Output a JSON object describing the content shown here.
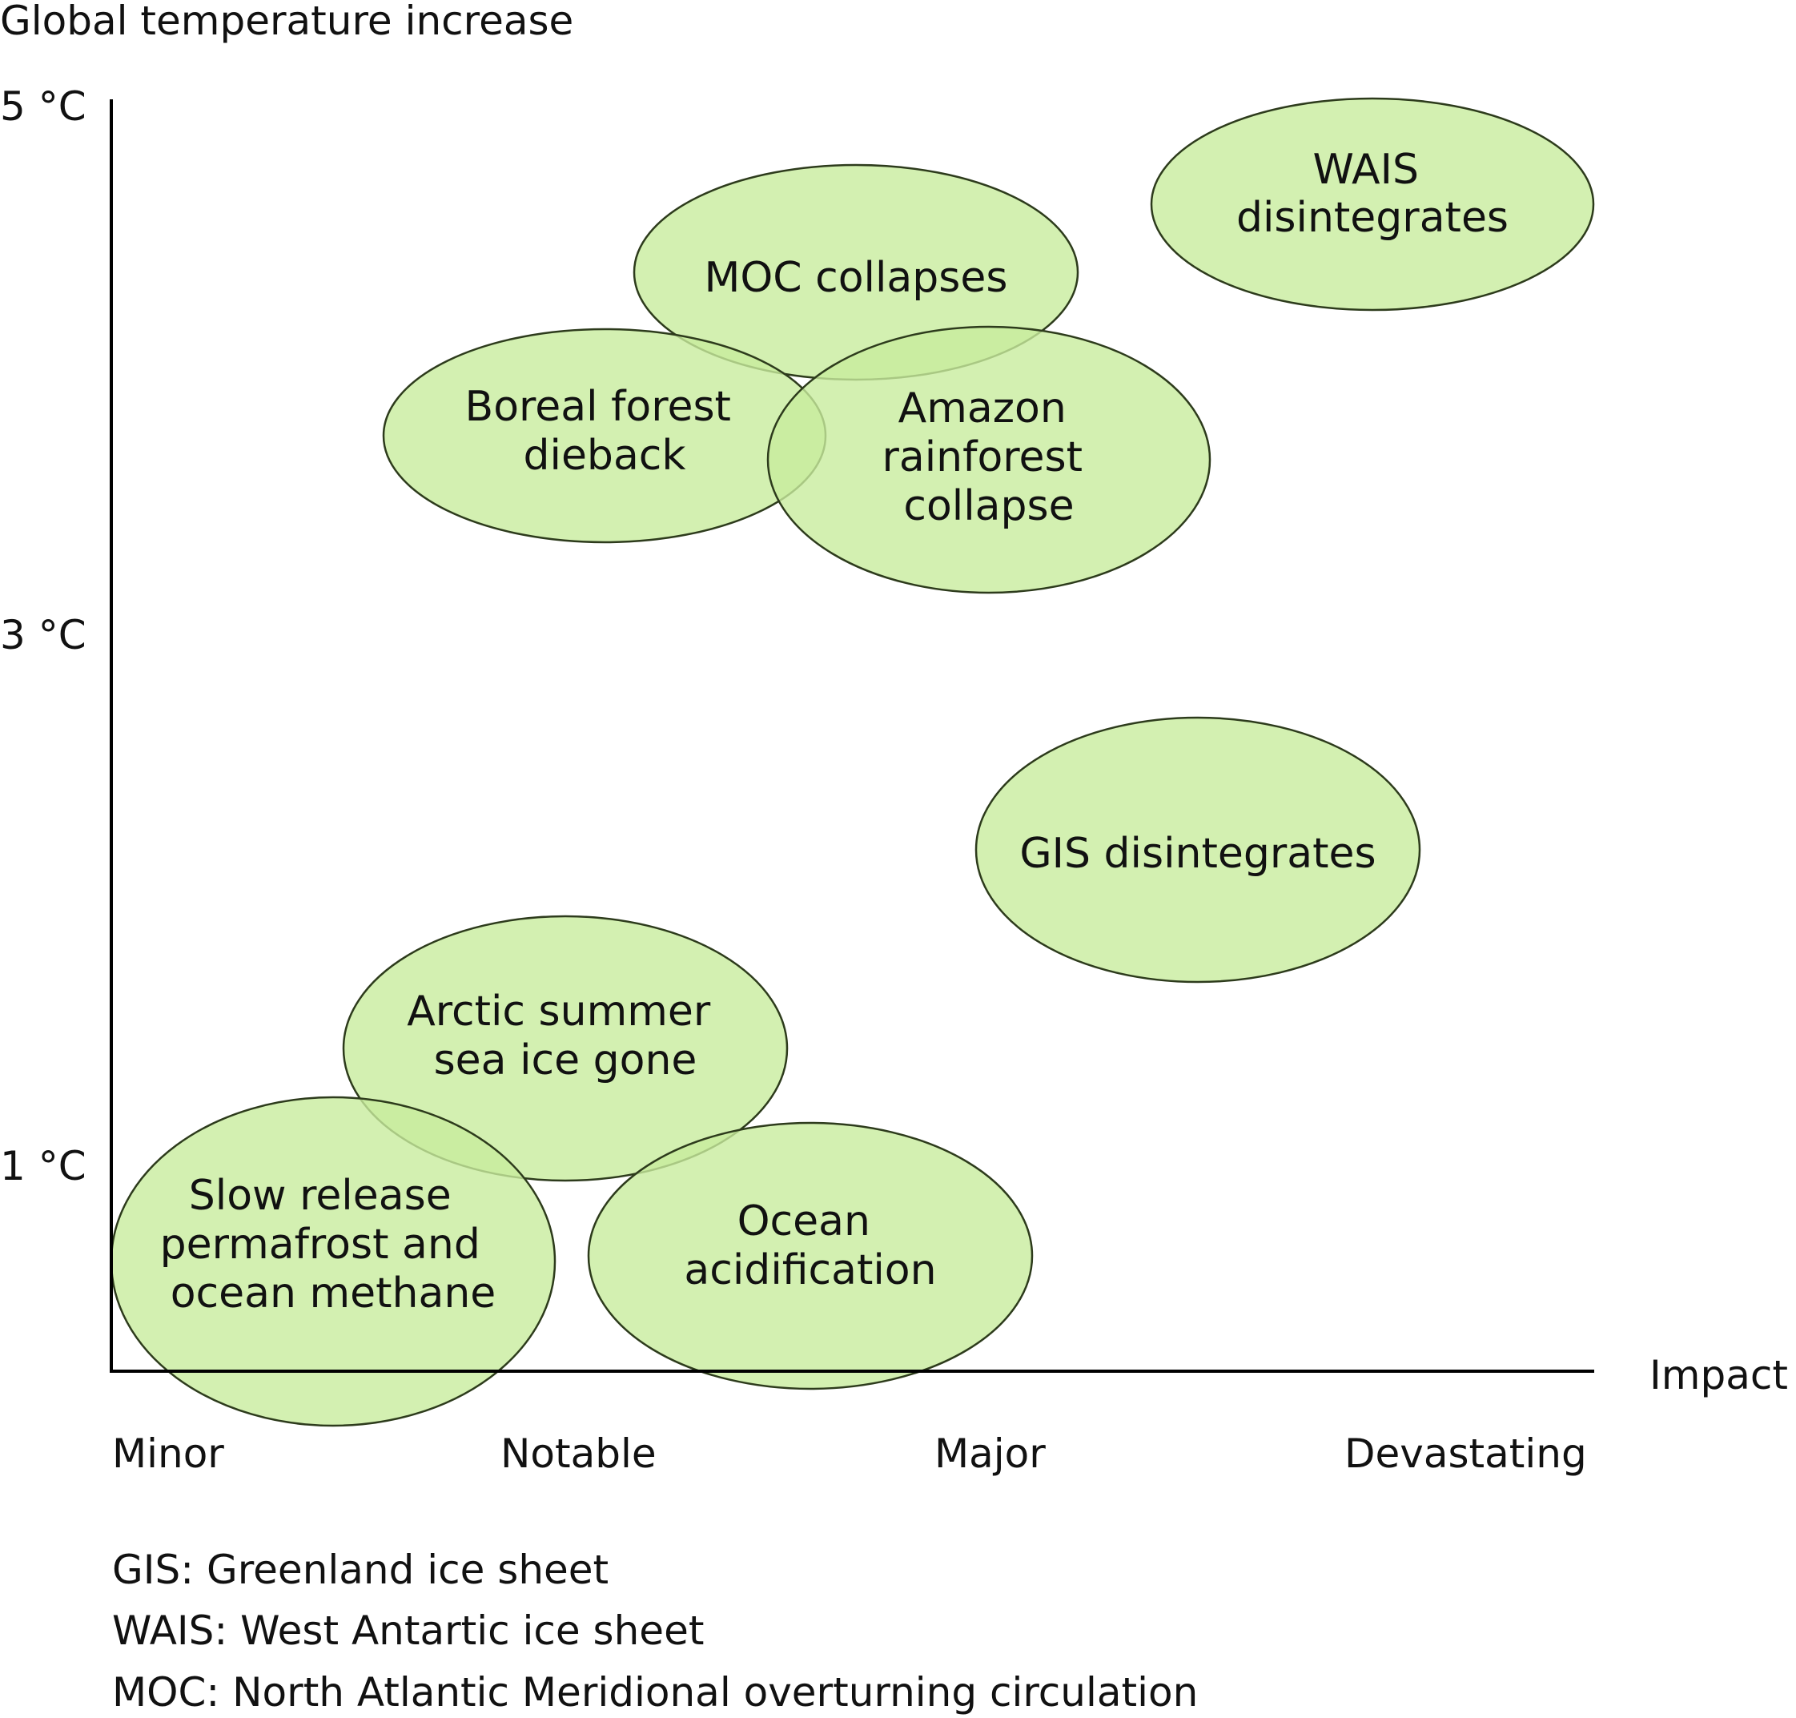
{
  "diagram": {
    "y_axis_title": "Global temperature increase",
    "x_axis_title": "Impact",
    "y_ticks": [
      "5 °C",
      "3 °C",
      "1 °C"
    ],
    "x_ticks": [
      "Minor",
      "Notable",
      "Major",
      "Devastating"
    ],
    "fill_color": "#c8ec9e",
    "stroke_color": "#2d3b1c",
    "elements": [
      {
        "lines": [
          "WAIS",
          "disintegrates"
        ]
      },
      {
        "lines": [
          "MOC collapses"
        ]
      },
      {
        "lines": [
          "Boreal forest",
          "dieback"
        ]
      },
      {
        "lines": [
          "Amazon",
          "rainforest",
          "collapse"
        ]
      },
      {
        "lines": [
          "GIS disintegrates"
        ]
      },
      {
        "lines": [
          "Arctic summer",
          "sea ice gone"
        ]
      },
      {
        "lines": [
          "Slow release",
          "permafrost and",
          "ocean methane"
        ]
      },
      {
        "lines": [
          "Ocean",
          "acidification"
        ]
      }
    ],
    "notes": [
      "GIS: Greenland ice sheet",
      "WAIS: West Antartic ice sheet",
      "MOC: North Atlantic Meridional overturning circulation"
    ]
  }
}
